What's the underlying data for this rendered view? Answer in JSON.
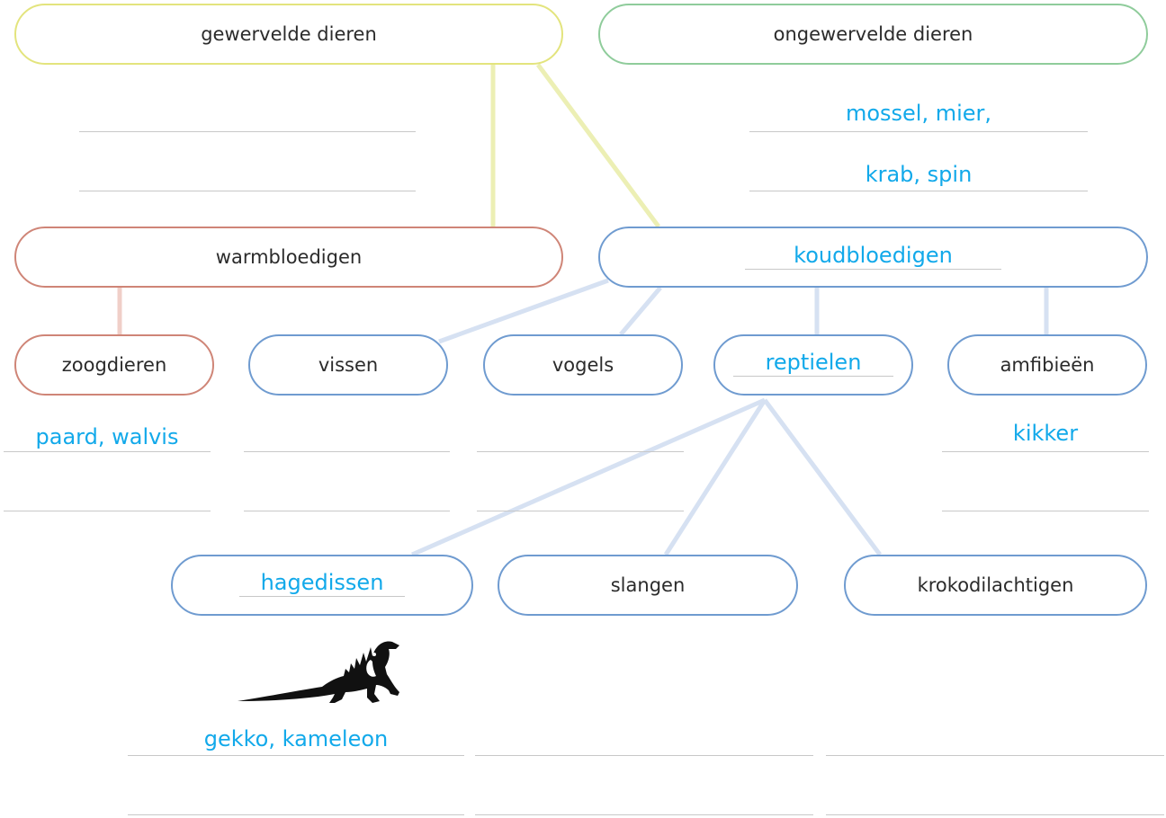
{
  "colors": {
    "vertebrates": "#e3e47d",
    "invertebrates": "#8fcc9b",
    "warm": "#cf8577",
    "cold": "#6f9bd0",
    "cold_connector": "#d6e1f2",
    "warm_connector": "#f0cfc8",
    "handwriting": "#12a9ea",
    "answer_line": "#c8c8c8"
  },
  "top": {
    "vertebrates": "gewervelde dieren",
    "invertebrates": "ongewervelde dieren"
  },
  "invertebrate_examples": [
    "mossel, mier,",
    "krab, spin"
  ],
  "blood": {
    "warm": "warmbloedigen",
    "cold_answer": "koudbloedigen"
  },
  "groups": {
    "mammals": "zoogdieren",
    "fish": "vissen",
    "birds": "vogels",
    "reptiles_answer": "reptielen",
    "amphibians": "amfibieën"
  },
  "group_examples": {
    "mammals": "paard, walvis",
    "amphibians": "kikker"
  },
  "reptile_types": {
    "lizards_answer": "hagedissen",
    "snakes": "slangen",
    "crocodiles": "krokodilachtigen"
  },
  "reptile_examples": {
    "lizards": "gekko, kameleon"
  },
  "icons": {
    "lizard": "lizard-icon"
  }
}
